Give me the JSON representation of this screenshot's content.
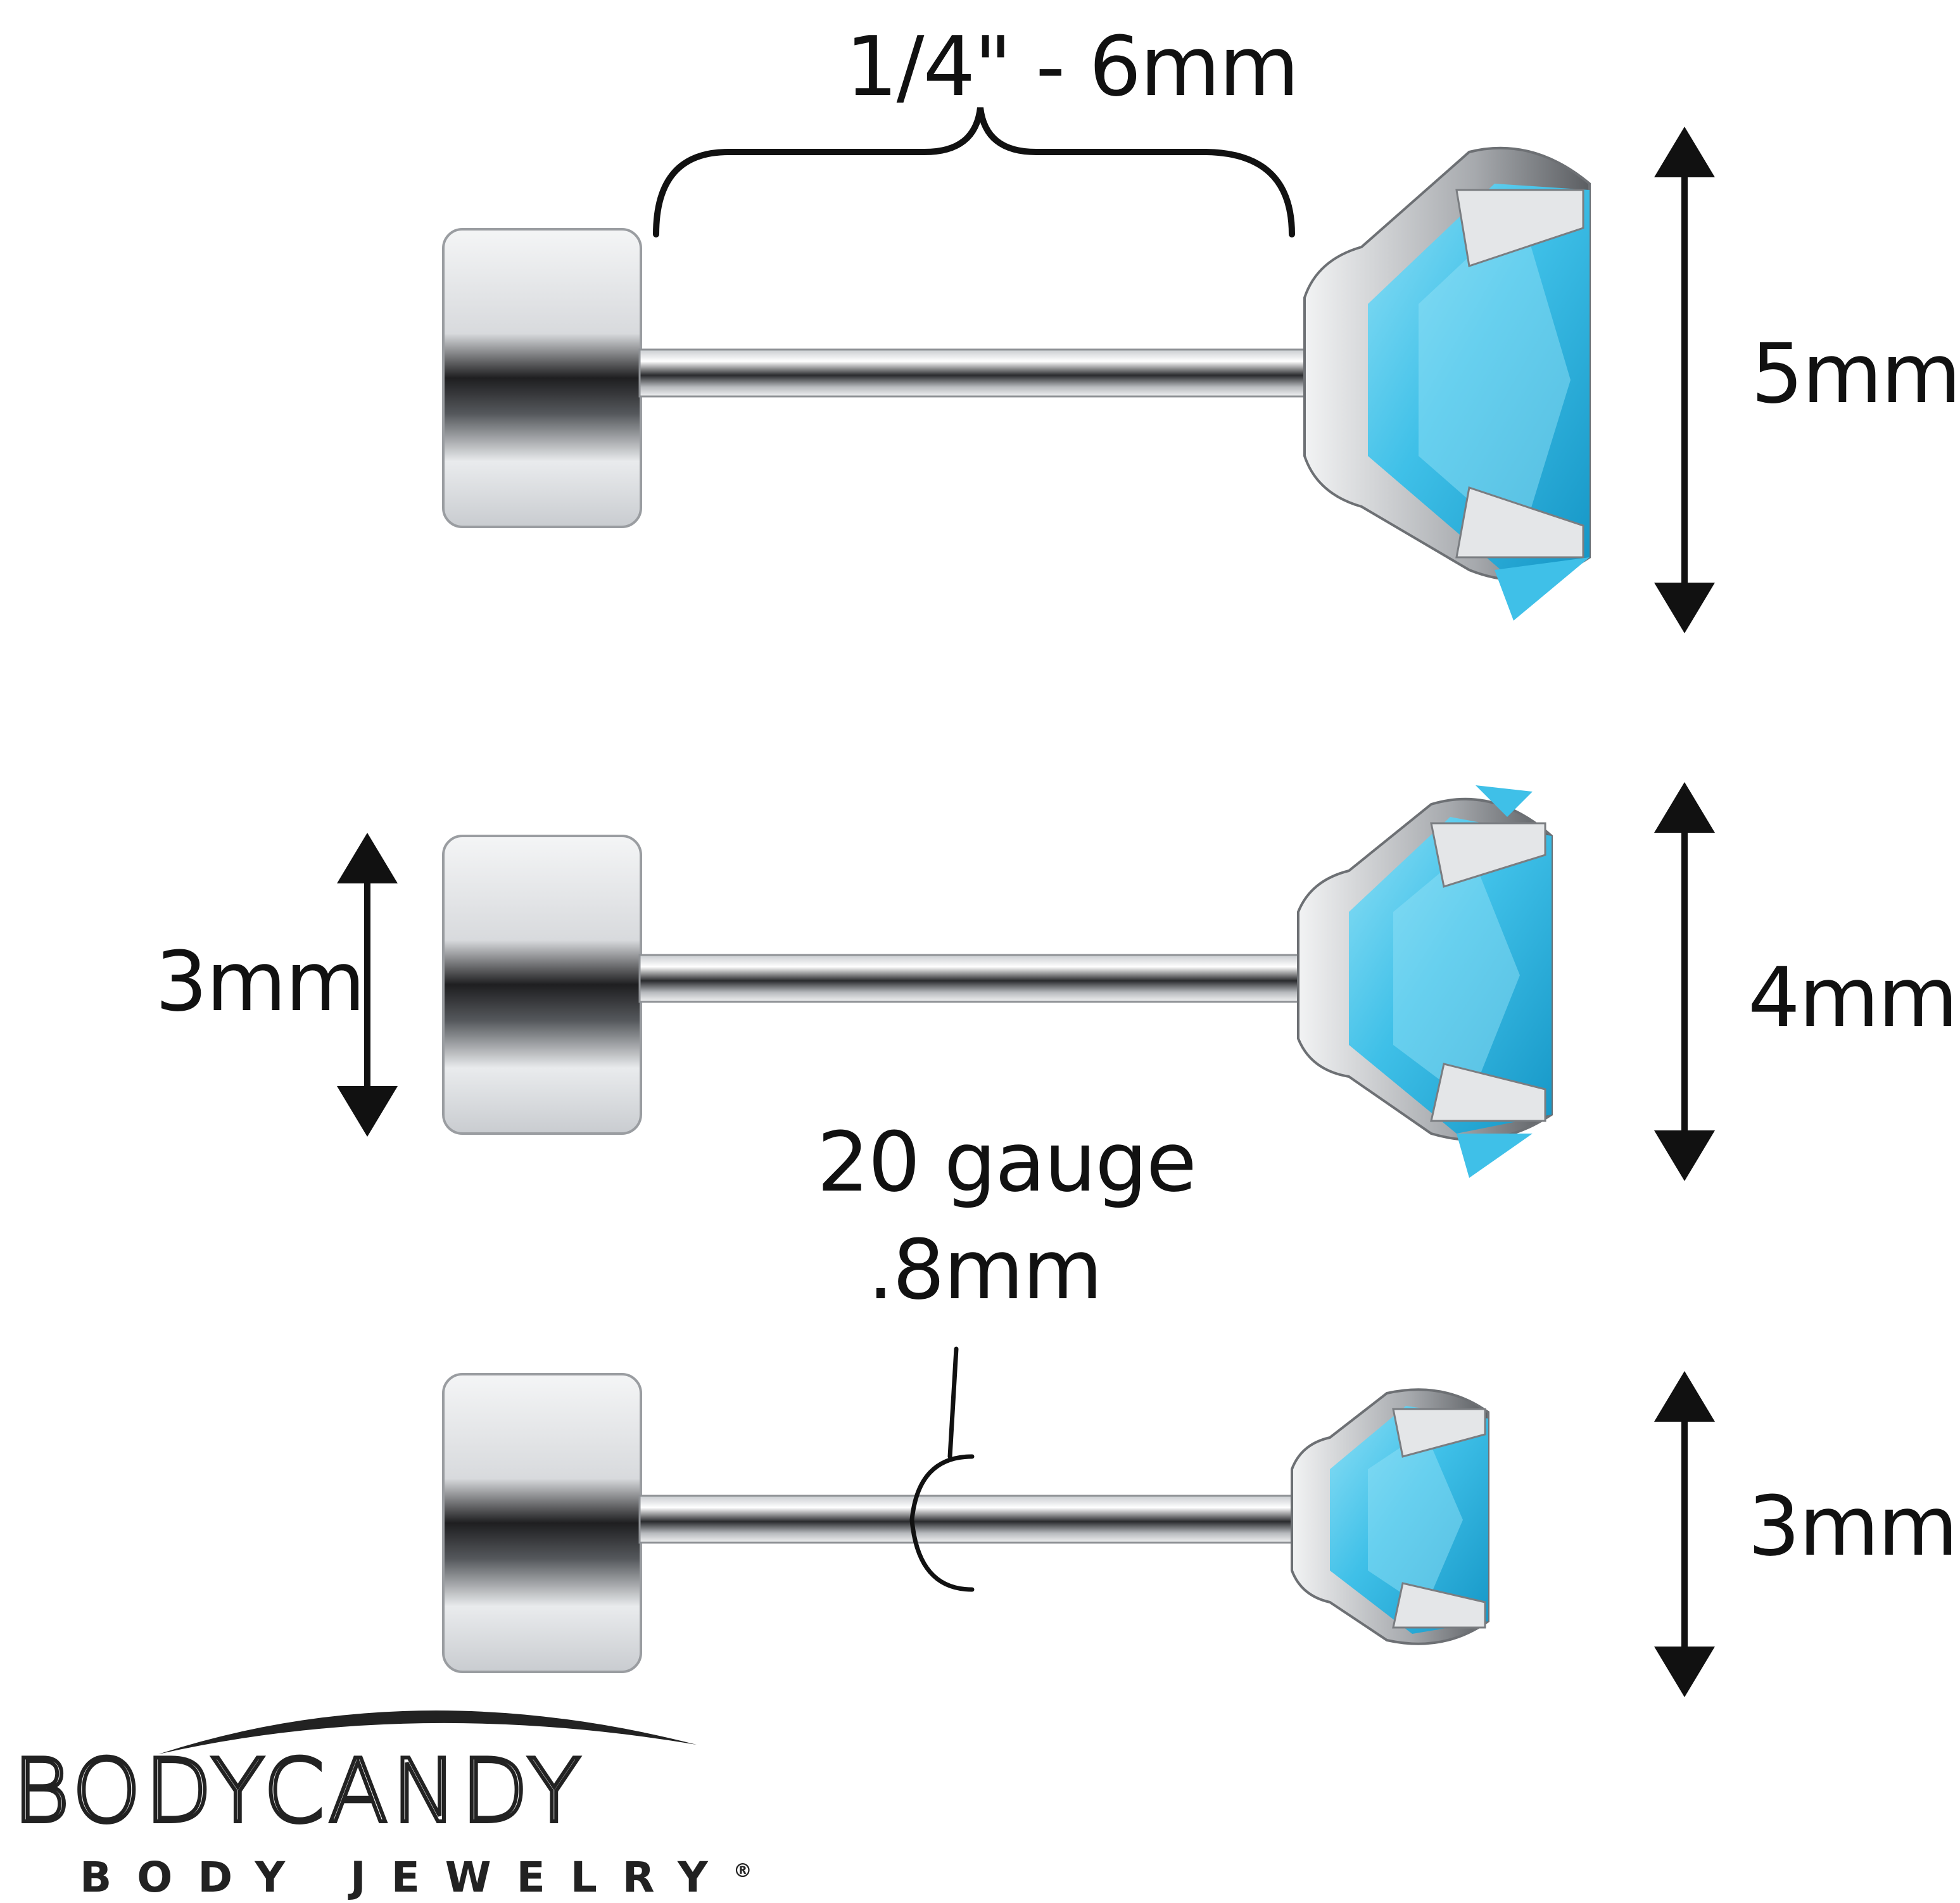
{
  "labels": {
    "length": "1/4\" - 6mm",
    "gem_large": "5mm",
    "gem_medium": "4mm",
    "gem_small": "3mm",
    "back_disc": "3mm",
    "gauge_line1": "20 gauge",
    "gauge_line2": ".8mm"
  },
  "brand": {
    "wordmark": "BODYCANDY",
    "tagline": "BODY JEWELRY",
    "registered": "®"
  },
  "colors": {
    "gem": "#3fc0e8",
    "gem_light": "#8fe0f6",
    "gem_dark": "#1596c6",
    "metal_light": "#f2f3f4",
    "metal_dark": "#1e1e20",
    "ink": "#111111"
  },
  "jewelry": [
    {
      "name": "stud-5mm",
      "gem_size_mm": 5
    },
    {
      "name": "stud-4mm",
      "gem_size_mm": 4
    },
    {
      "name": "stud-3mm",
      "gem_size_mm": 3
    }
  ]
}
